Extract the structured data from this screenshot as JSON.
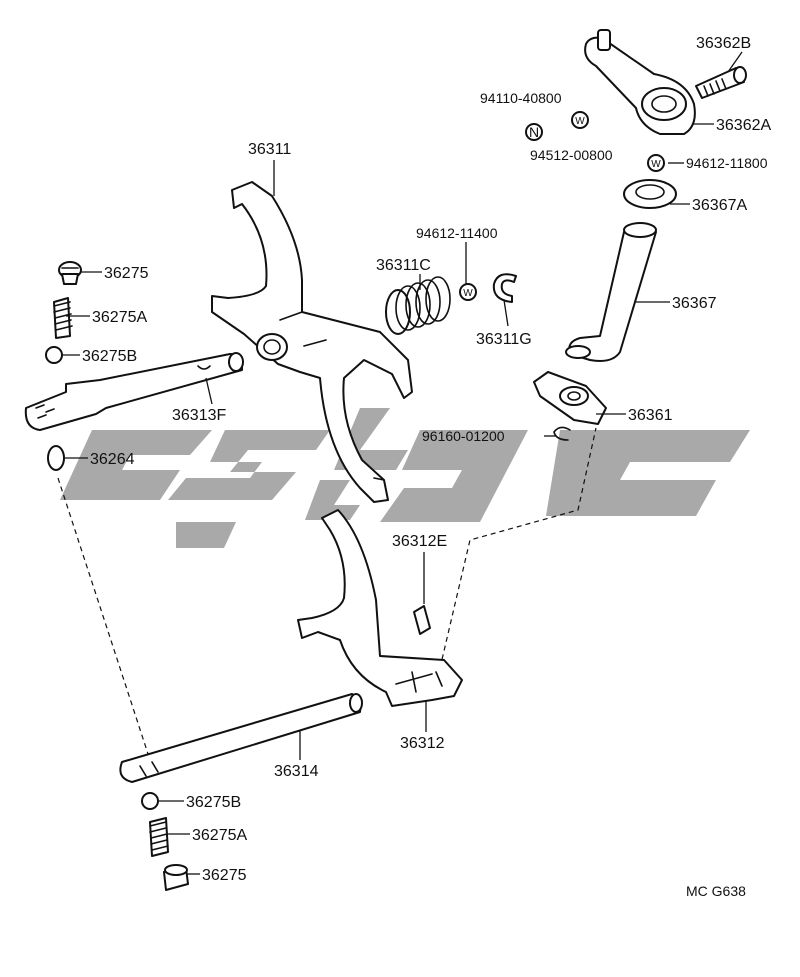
{
  "diagram_code": "MC G638",
  "labels": {
    "p36362B": "36362B",
    "p36362A": "36362A",
    "p94110": "94110-40800",
    "p94512": "94512-00800",
    "p94612_11800": "94612-11800",
    "p36367A": "36367A",
    "p36311": "36311",
    "p94612_11400": "94612-11400",
    "p36311C": "36311C",
    "p36311G": "36311G",
    "p36367": "36367",
    "p36275_top": "36275",
    "p36275A_top": "36275A",
    "p36275B_top": "36275B",
    "p36313F": "36313F",
    "p36361": "36361",
    "p96160": "96160-01200",
    "p36264": "36264",
    "p36312E": "36312E",
    "p36312": "36312",
    "p36314": "36314",
    "p36275B_bot": "36275B",
    "p36275A_bot": "36275A",
    "p36275_bot": "36275"
  },
  "symbols": {
    "n_mark": "N",
    "w_mark_1": "W",
    "w_mark_2": "W",
    "w_mark_3": "W"
  },
  "colors": {
    "line": "#111111",
    "watermark": "#a9a9a9",
    "background": "#ffffff"
  }
}
